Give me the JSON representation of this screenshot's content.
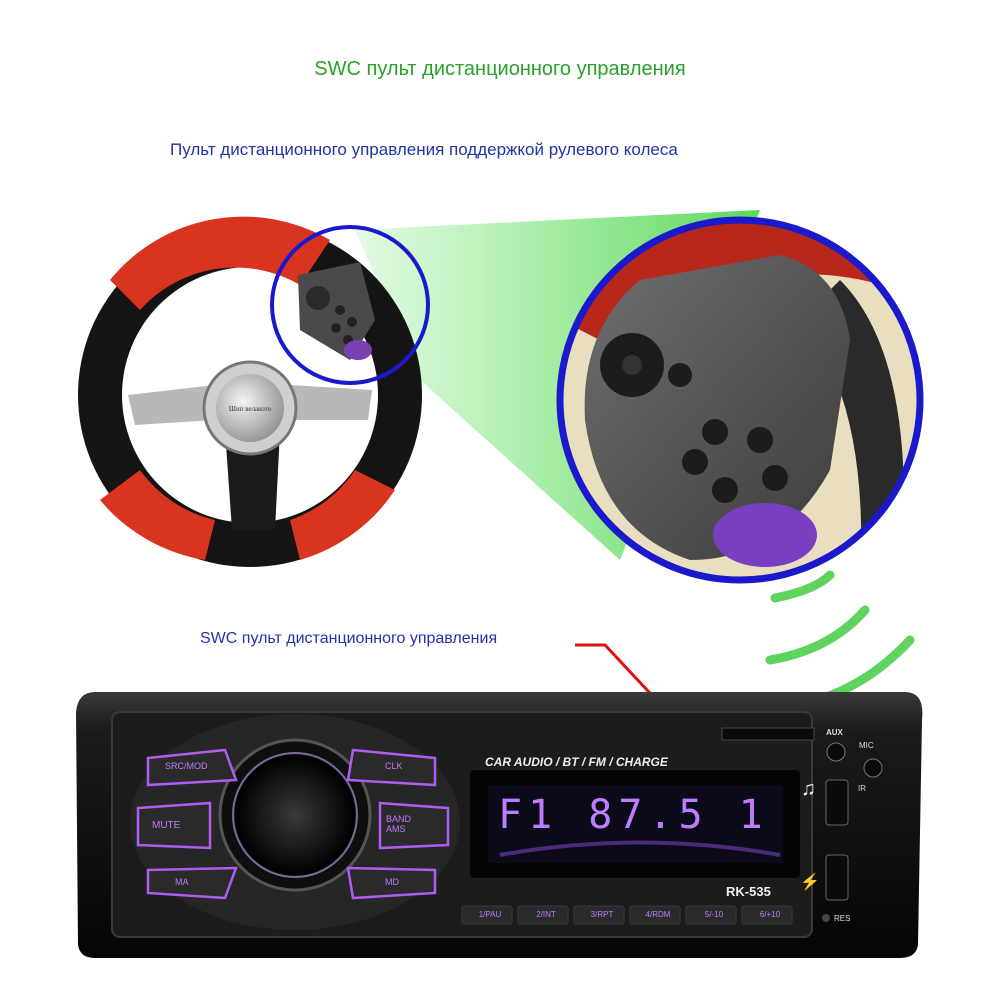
{
  "headline": "SWC пульт дистанционного управления",
  "subheadline": "Пульт дистанционного управления поддержкой рулевого колеса",
  "callout_label": "SWC пульт дистанционного управления",
  "steering_wheel": {
    "hub_text": "Шип велакото"
  },
  "radio": {
    "banner": "CAR AUDIO / BT / FM / CHARGE",
    "display_text": "F1 87.5 1",
    "model": "RK-535",
    "ports": {
      "aux": "AUX",
      "mic": "MIC",
      "ir": "IR",
      "res": "RES"
    },
    "left_buttons": [
      "SRC/MOD",
      "MUTE",
      "MA"
    ],
    "right_buttons": [
      "CLK",
      "BAND AMS",
      "MD"
    ],
    "preset_buttons": [
      "1/PAU",
      "2/INT",
      "3/RPT",
      "4/RDM",
      "5/-10",
      "6/+10"
    ]
  },
  "colors": {
    "accent_green": "#3dbb3d",
    "circle_blue": "#1a1acc",
    "led_purple": "#b05cf0",
    "callout_red": "#e01010"
  }
}
